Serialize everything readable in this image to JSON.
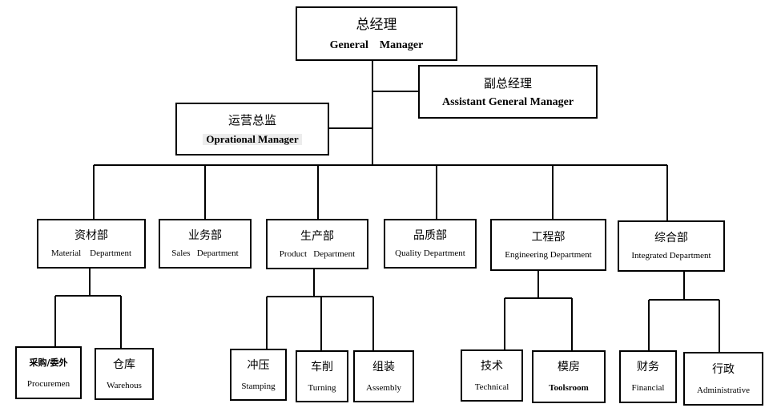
{
  "gm": {
    "cn": "总经理",
    "en": "General    Manager"
  },
  "agm": {
    "cn": "副总经理",
    "en": "Assistant General Manager"
  },
  "ops": {
    "cn": "运营总监",
    "en": "Oprational Manager"
  },
  "departments": [
    {
      "cn": "资材部",
      "en": "Material    Department"
    },
    {
      "cn": "业务部",
      "en": "Sales   Department"
    },
    {
      "cn": "生产部",
      "en": "Product   Department"
    },
    {
      "cn": "品质部",
      "en": "Quality Department"
    },
    {
      "cn": "工程部",
      "en": "Engineering Department"
    },
    {
      "cn": "综合部",
      "en": "Integrated Department"
    }
  ],
  "units": [
    {
      "cn": "采购/委外",
      "en": "Procuremen"
    },
    {
      "cn": "仓库",
      "en": "Warehous"
    },
    {
      "cn": "冲压",
      "en": "Stamping"
    },
    {
      "cn": "车削",
      "en": "Turning"
    },
    {
      "cn": "组装",
      "en": "Assembly"
    },
    {
      "cn": "技术",
      "en": "Technical"
    },
    {
      "cn": "模房",
      "en": "Toolsroom"
    },
    {
      "cn": "财务",
      "en": "Financial"
    },
    {
      "cn": "行政",
      "en": "Administrative"
    }
  ]
}
